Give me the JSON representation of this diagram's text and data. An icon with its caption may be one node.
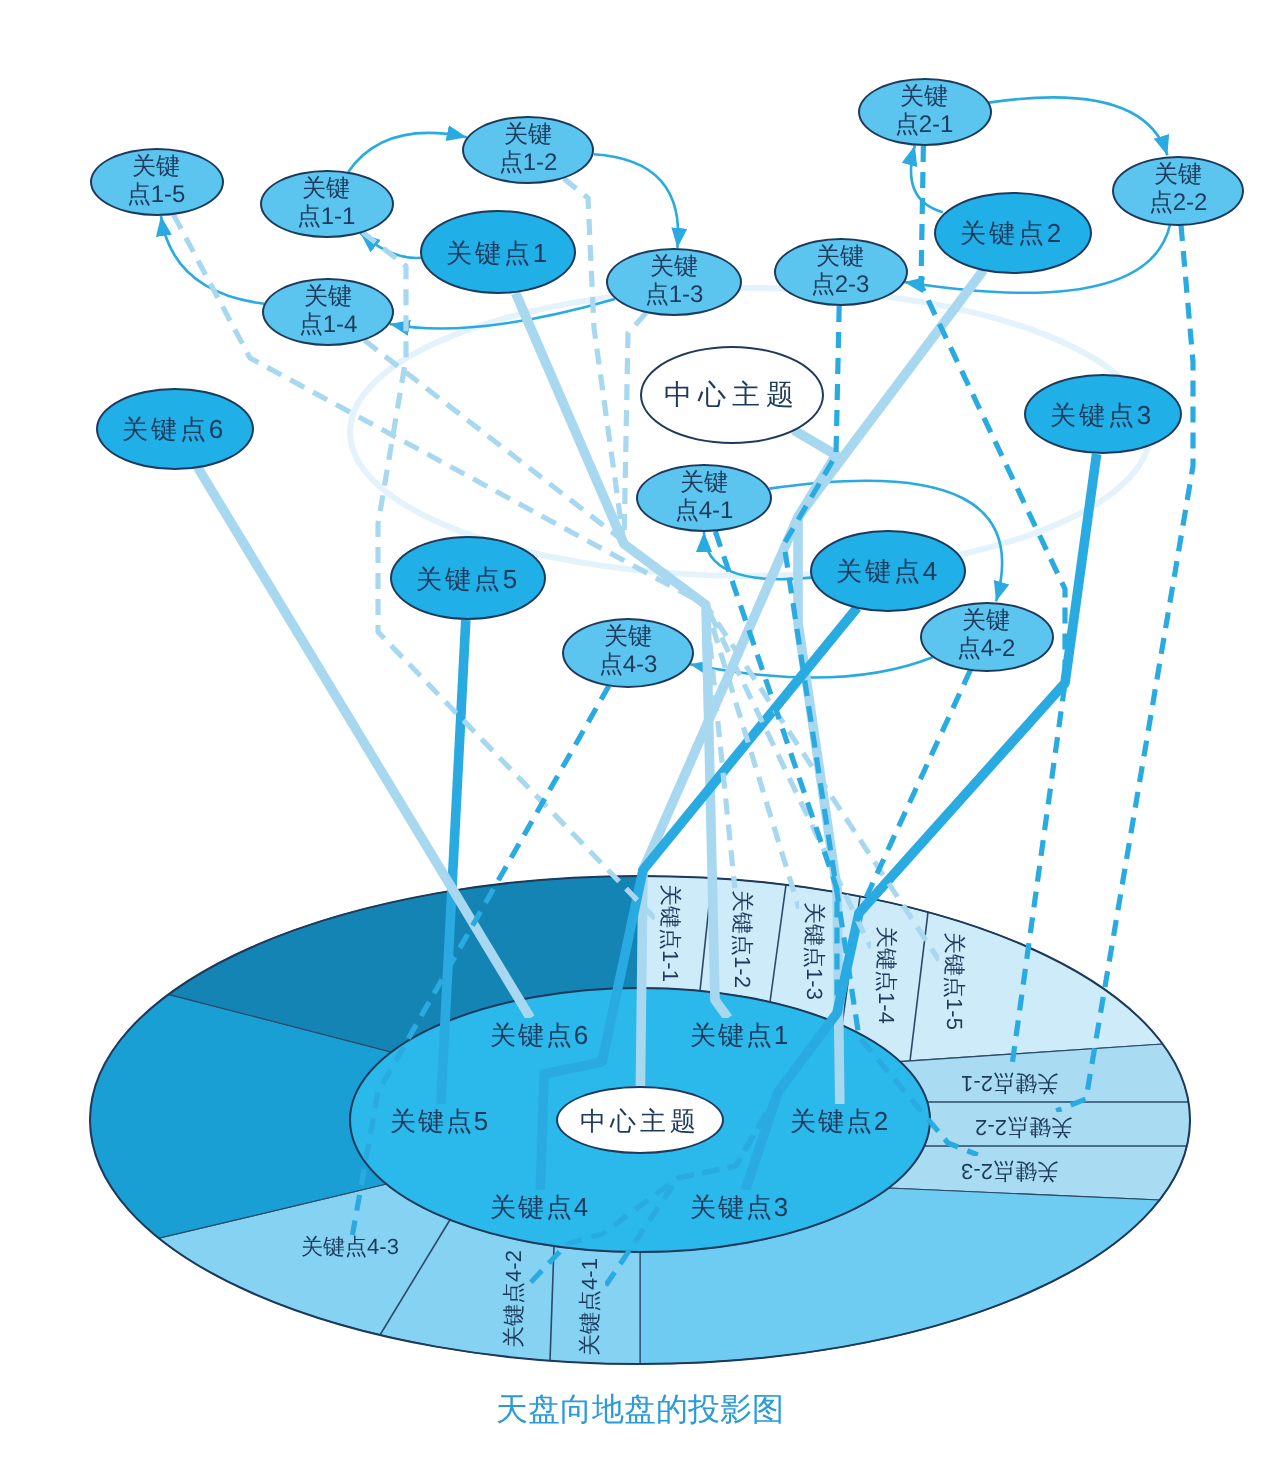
{
  "diagram": {
    "caption": "天盘向地盘的投影图",
    "nodes": [
      {
        "text": [
          "中心主题"
        ]
      },
      {
        "text": [
          "关键点1"
        ]
      },
      {
        "text": [
          "关键点1-1"
        ]
      },
      {
        "text": [
          "关键点1-2"
        ]
      },
      {
        "text": [
          "关键点1-3"
        ]
      },
      {
        "text": [
          "关键点1-4"
        ]
      },
      {
        "text": [
          "关键点1-5"
        ]
      },
      {
        "text": [
          "关键点2"
        ]
      },
      {
        "text": [
          "关键点2-1"
        ]
      },
      {
        "text": [
          "关键点2-2"
        ]
      },
      {
        "text": [
          "关键点2-3"
        ]
      },
      {
        "text": [
          "关键点3"
        ]
      },
      {
        "text": [
          "关键点4"
        ]
      },
      {
        "text": [
          "关键点4-1"
        ]
      },
      {
        "text": [
          "关键点4-2"
        ]
      },
      {
        "text": [
          "关键点4-3"
        ]
      },
      {
        "text": [
          "关键点5"
        ]
      },
      {
        "text": [
          "关键点6"
        ]
      },
      {
        "text": [
          "中心主题"
        ]
      },
      {
        "text": [
          "关键点1"
        ]
      },
      {
        "text": [
          "关键点2"
        ]
      },
      {
        "text": [
          "关键点3"
        ]
      },
      {
        "text": [
          "关键点4"
        ]
      },
      {
        "text": [
          "关键点5"
        ]
      },
      {
        "text": [
          "关键点6"
        ]
      },
      {
        "text": [
          "关键点1-1"
        ]
      },
      {
        "text": [
          "关键点1-2"
        ]
      },
      {
        "text": [
          "关键点1-3"
        ]
      },
      {
        "text": [
          "关键点1-4"
        ]
      },
      {
        "text": [
          "关键点1-5"
        ]
      },
      {
        "text": [
          "关键点2-1"
        ]
      },
      {
        "text": [
          "关键点2-2"
        ]
      },
      {
        "text": [
          "关键点2-3"
        ]
      },
      {
        "text": [
          "关键点4-1"
        ]
      },
      {
        "text": [
          "关键点4-2"
        ]
      },
      {
        "text": [
          "关键点4-3"
        ]
      }
    ],
    "edges": [
      {
        "from": 2,
        "to": 3,
        "arrow": "to"
      },
      {
        "from": 3,
        "to": 4,
        "arrow": "to"
      },
      {
        "from": 4,
        "to": 5,
        "arrow": "to"
      },
      {
        "from": 5,
        "to": 6,
        "arrow": "to"
      },
      {
        "from": 1,
        "to": 2,
        "arrow": "to"
      },
      {
        "from": 8,
        "to": 9,
        "arrow": "to"
      },
      {
        "from": 9,
        "to": 10,
        "arrow": "to"
      },
      {
        "from": 7,
        "to": 8,
        "arrow": "to"
      },
      {
        "from": 13,
        "to": 14,
        "arrow": "to"
      },
      {
        "from": 14,
        "to": 15,
        "arrow": "to"
      },
      {
        "from": 12,
        "to": 13,
        "arrow": "to"
      },
      {
        "from": 0,
        "to": 18,
        "arrow": "none",
        "style": "thick",
        "color": "#a8d8f0"
      },
      {
        "from": 1,
        "to": 19,
        "arrow": "none",
        "style": "thick",
        "color": "#a8d8f0"
      },
      {
        "from": 7,
        "to": 20,
        "arrow": "none",
        "style": "thick",
        "color": "#a8d8f0"
      },
      {
        "from": 11,
        "to": 21,
        "arrow": "none",
        "style": "thick"
      },
      {
        "from": 12,
        "to": 22,
        "arrow": "none",
        "style": "thick"
      },
      {
        "from": 16,
        "to": 23,
        "arrow": "none",
        "style": "thick"
      },
      {
        "from": 17,
        "to": 24,
        "arrow": "none",
        "style": "thick",
        "color": "#a8d8f0"
      },
      {
        "from": 2,
        "to": 25,
        "arrow": "none",
        "style": "dashed",
        "color": "#a8d8f0"
      },
      {
        "from": 3,
        "to": 26,
        "arrow": "none",
        "style": "dashed",
        "color": "#a8d8f0"
      },
      {
        "from": 4,
        "to": 27,
        "arrow": "none",
        "style": "dashed",
        "color": "#a8d8f0"
      },
      {
        "from": 5,
        "to": 28,
        "arrow": "none",
        "style": "dashed",
        "color": "#a8d8f0"
      },
      {
        "from": 6,
        "to": 29,
        "arrow": "none",
        "style": "dashed",
        "color": "#a8d8f0"
      },
      {
        "from": 8,
        "to": 30,
        "arrow": "none",
        "style": "dashed"
      },
      {
        "from": 9,
        "to": 31,
        "arrow": "none",
        "style": "dashed"
      },
      {
        "from": 10,
        "to": 32,
        "arrow": "none",
        "style": "dashed"
      },
      {
        "from": 13,
        "to": 33,
        "arrow": "none",
        "style": "dashed"
      },
      {
        "from": 14,
        "to": 34,
        "arrow": "none",
        "style": "dashed"
      },
      {
        "from": 15,
        "to": 35,
        "arrow": "none",
        "style": "dashed"
      }
    ]
  }
}
